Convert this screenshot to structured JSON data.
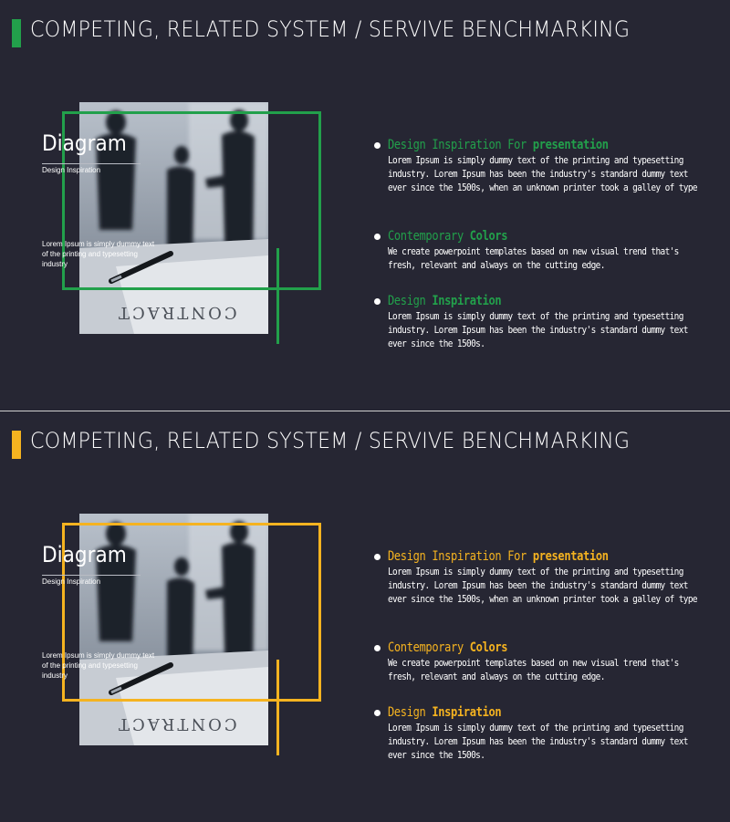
{
  "slides": [
    {
      "accent": "#22a04b",
      "title": "COMPETING, RELATED SYSTEM / SERVIVE BENCHMARKING",
      "diagram_title": "Diagram",
      "diagram_subtitle": "Design Inspiration",
      "photo_text": "Lorem Ipsum is simply dummy text of the printing and typesetting industry",
      "photo_word": "CONTRACT",
      "items": [
        {
          "head": "Design Inspiration For ",
          "head_bold": "presentation",
          "body": "Lorem Ipsum is simply dummy text of the printing and typesetting industry. Lorem Ipsum has been the industry's standard dummy text ever since the 1500s, when an unknown printer took a galley of type"
        },
        {
          "head": "Contemporary ",
          "head_bold": "Colors",
          "body": "We create powerpoint templates based on new visual trend that's fresh, relevant and always on the cutting edge."
        },
        {
          "head": "Design ",
          "head_bold": "Inspiration",
          "body": "Lorem Ipsum is simply dummy text of the printing and typesetting industry. Lorem Ipsum has been the industry's standard dummy text ever since the 1500s."
        }
      ]
    },
    {
      "accent": "#f5b320",
      "title": "COMPETING, RELATED SYSTEM / SERVIVE BENCHMARKING",
      "diagram_title": "Diagram",
      "diagram_subtitle": "Design Inspiration",
      "photo_text": "Lorem Ipsum is simply dummy text of the printing and typesetting industry",
      "photo_word": "CONTRACT",
      "items": [
        {
          "head": "Design Inspiration For ",
          "head_bold": "presentation",
          "body": "Lorem Ipsum is simply dummy text of the printing and typesetting industry. Lorem Ipsum has been the industry's standard dummy text ever since the 1500s, when an unknown printer took a galley of type"
        },
        {
          "head": "Contemporary ",
          "head_bold": "Colors",
          "body": "We create powerpoint templates based on new visual trend that's fresh, relevant and always on the cutting edge."
        },
        {
          "head": "Design ",
          "head_bold": "Inspiration",
          "body": "Lorem Ipsum is simply dummy text of the printing and typesetting industry. Lorem Ipsum has been the industry's standard dummy text ever since the 1500s."
        }
      ]
    }
  ]
}
